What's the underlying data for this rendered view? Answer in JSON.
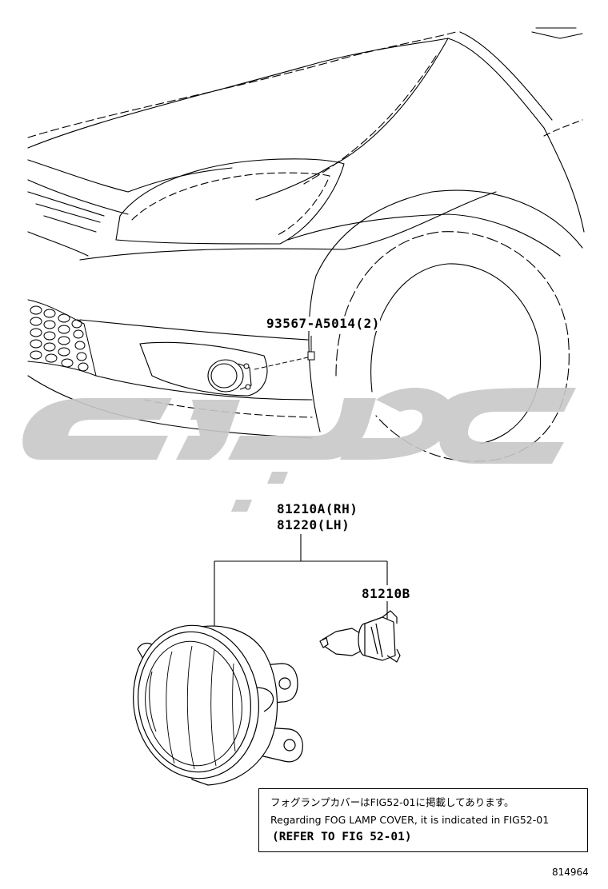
{
  "labels": {
    "screw": "93567-A5014(2)",
    "assembly_rh": "81210A(RH)",
    "assembly_lh": "81220(LH)",
    "bulb": "81210B"
  },
  "note": {
    "line_jp": "フォグランプカバーはFIG52-01に掲載してあります。",
    "line_en": "Regarding FOG LAMP COVER, it is indicated in FIG52-01",
    "refer": "(REFER TO FIG 52-01)"
  },
  "figure_number": "814964",
  "colors": {
    "line": "#000000",
    "watermark": "#c8c8c8"
  },
  "icons": {
    "car_front": "car-front-outline",
    "screw": "screw-icon",
    "fog_lamp": "fog-lamp-assembly",
    "bulb": "halogen-bulb",
    "watermark": "watermark-logo"
  }
}
